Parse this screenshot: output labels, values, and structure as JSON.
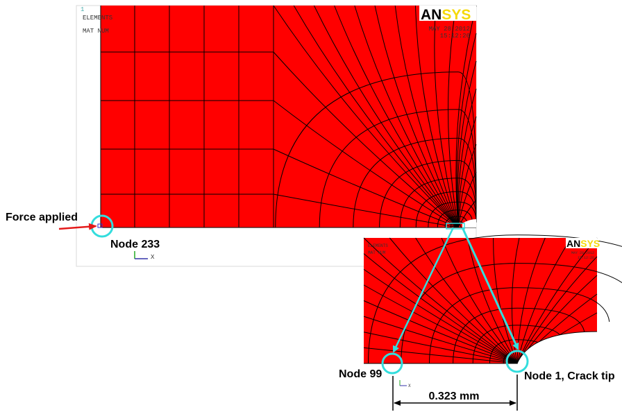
{
  "main_view": {
    "window_number": "1",
    "line1": "ELEMENTS",
    "line2": "MAT  NUM",
    "date": "MAY 28 2012",
    "time": "15:12:26",
    "logo_left": "AN",
    "logo_right": "SYS",
    "axis_label": "X"
  },
  "zoom_view": {
    "line1": "ELEMENTS",
    "line2": "MAT  NUM",
    "date": "MAY 28 2012",
    "time": "15:12:26",
    "logo_left": "AN",
    "logo_right": "SYS",
    "axis_label": "X"
  },
  "annotations": {
    "force_label": "Force applied",
    "node233_label": "Node 233",
    "node99_label": "Node 99",
    "node1_label": "Node 1, Crack tip",
    "dimension_label": "0.323 mm"
  },
  "colors": {
    "mesh_fill": "#ff0000",
    "mesh_line": "#000000",
    "highlight": "#33dddd",
    "arrow": "#e41a1a",
    "logo_yellow": "#f5d90a"
  }
}
